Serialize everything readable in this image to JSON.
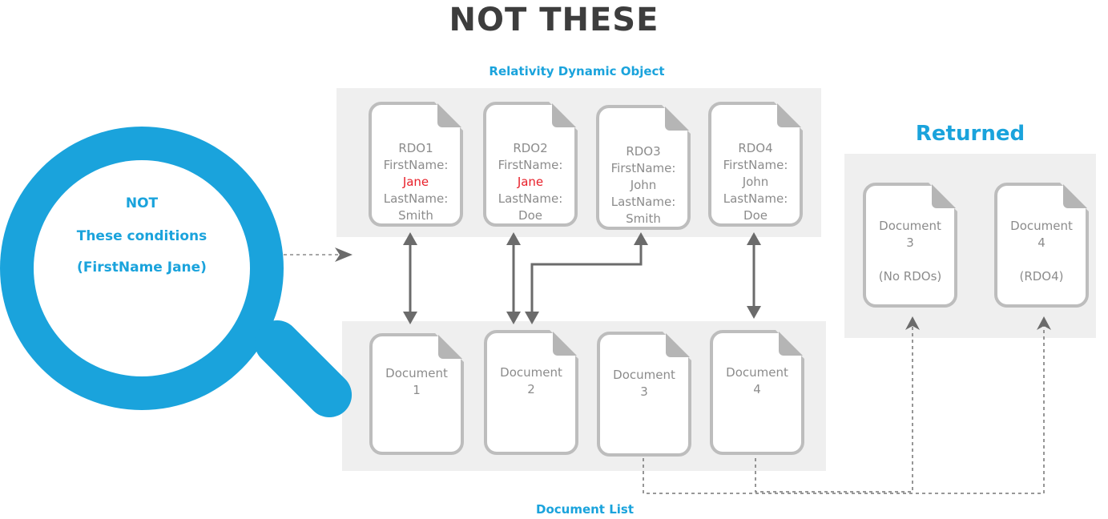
{
  "title": "NOT THESE",
  "rdo_section": {
    "label": "Relativity Dynamic Object",
    "items": [
      {
        "id": "RDO1",
        "first_label": "FirstName:",
        "first": "Jane",
        "last_label": "LastName:",
        "last": "Smith"
      },
      {
        "id": "RDO2",
        "first_label": "FirstName:",
        "first": "Jane",
        "last_label": "LastName:",
        "last": "Doe"
      },
      {
        "id": "RDO3",
        "first_label": "FirstName:",
        "first": "John",
        "last_label": "LastName:",
        "last": "Smith"
      },
      {
        "id": "RDO4",
        "first_label": "FirstName:",
        "first": "John",
        "last_label": "LastName:",
        "last": "Doe"
      }
    ]
  },
  "document_section": {
    "label": "Document List",
    "items": [
      {
        "name": "Document",
        "num": "1"
      },
      {
        "name": "Document",
        "num": "2"
      },
      {
        "name": "Document",
        "num": "3"
      },
      {
        "name": "Document",
        "num": "4"
      }
    ]
  },
  "returned_section": {
    "title": "Returned",
    "items": [
      {
        "name": "Document",
        "num": "3",
        "note": "(No RDOs)"
      },
      {
        "name": "Document",
        "num": "4",
        "note": "(RDO4)"
      }
    ]
  },
  "search_lens": {
    "line1": "NOT",
    "line2": "These conditions",
    "line3": "(FirstName Jane)"
  },
  "colors": {
    "accent_blue": "#1aa3dc",
    "highlight_red": "#e8202a",
    "panel_gray": "#efefef",
    "doc_border": "#bdbdbd",
    "arrow_gray": "#6b6b6b"
  }
}
